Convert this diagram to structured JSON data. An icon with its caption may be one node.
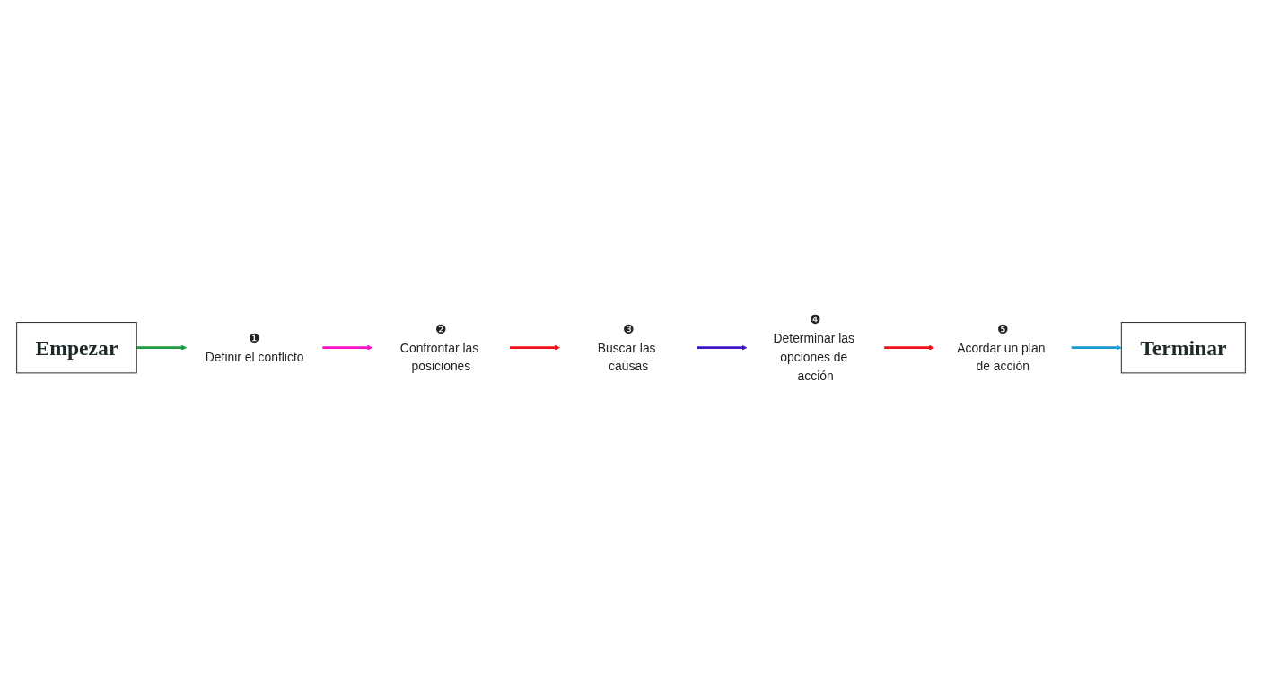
{
  "diagram": {
    "nodes": [
      {
        "text": [
          "Empezar"
        ]
      },
      {
        "text": [
          "❶",
          "Definir el conflicto"
        ]
      },
      {
        "text": [
          "❷",
          "Confrontar las posiciones"
        ]
      },
      {
        "text": [
          "❸",
          "Buscar las causas"
        ]
      },
      {
        "text": [
          "❹",
          "Determinar las opciones de acción"
        ]
      },
      {
        "text": [
          "❺",
          "Acordar un plan de acción"
        ]
      },
      {
        "text": [
          "Terminar"
        ]
      }
    ],
    "edges": [
      {
        "from": 0,
        "to": 1,
        "arrow": "to",
        "color": "#1a9a3c"
      },
      {
        "from": 1,
        "to": 2,
        "arrow": "to",
        "color": "#ff10c8"
      },
      {
        "from": 2,
        "to": 3,
        "arrow": "to",
        "color": "#f40d1a"
      },
      {
        "from": 3,
        "to": 4,
        "arrow": "to",
        "color": "#3c16c8"
      },
      {
        "from": 4,
        "to": 5,
        "arrow": "to",
        "color": "#f40d1a"
      },
      {
        "from": 5,
        "to": 6,
        "arrow": "to",
        "color": "#1896d2"
      }
    ]
  }
}
